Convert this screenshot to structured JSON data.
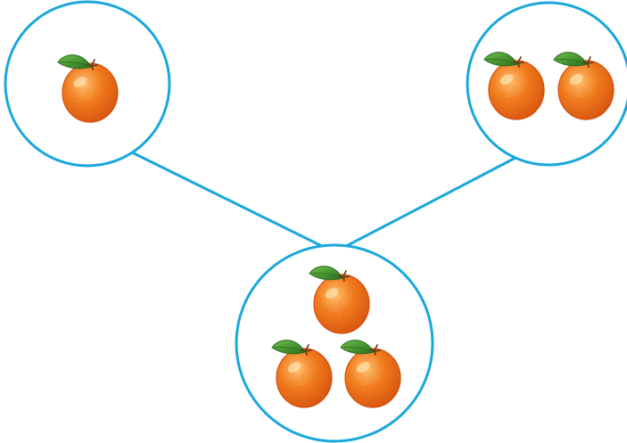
{
  "diagram": {
    "type": "number-bond",
    "parts": [
      {
        "name": "part-left",
        "orange_count": 1
      },
      {
        "name": "part-right",
        "orange_count": 2
      }
    ],
    "whole": {
      "name": "whole",
      "orange_count": 3
    }
  },
  "colors": {
    "outline": "#1aa7dc",
    "orange": "#f07a1c",
    "orange_dark": "#d4500f",
    "orange_light": "#ffc070",
    "leaf": "#3f9a2e",
    "leaf_dark": "#2c6e1f",
    "stem": "#5b3a1a"
  },
  "icons": {
    "fruit": "orange-icon"
  }
}
